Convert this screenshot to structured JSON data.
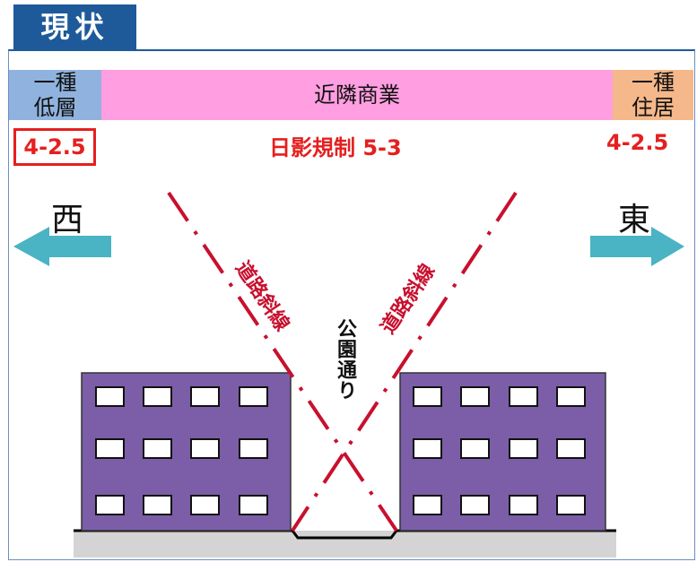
{
  "title": "現状",
  "zones": {
    "left": "一種\n低層",
    "middle": "近隣商業",
    "right": "一種\n住居"
  },
  "regulations": {
    "left": "4-2.5",
    "middle": "日影規制 5-3",
    "right": "4-2.5"
  },
  "directions": {
    "west": "西",
    "east": "東"
  },
  "road_slope_label": "道路斜線",
  "street_label": "公園通り",
  "colors": {
    "title_bg": "#1e5a9a",
    "zone_left": "#8fb3de",
    "zone_middle": "#ff9ee0",
    "zone_right": "#f5b88a",
    "regulation_text": "#e51f1f",
    "arrow": "#4ab3c4",
    "building": "#7b5ea7",
    "slope_line": "#c8102e"
  }
}
